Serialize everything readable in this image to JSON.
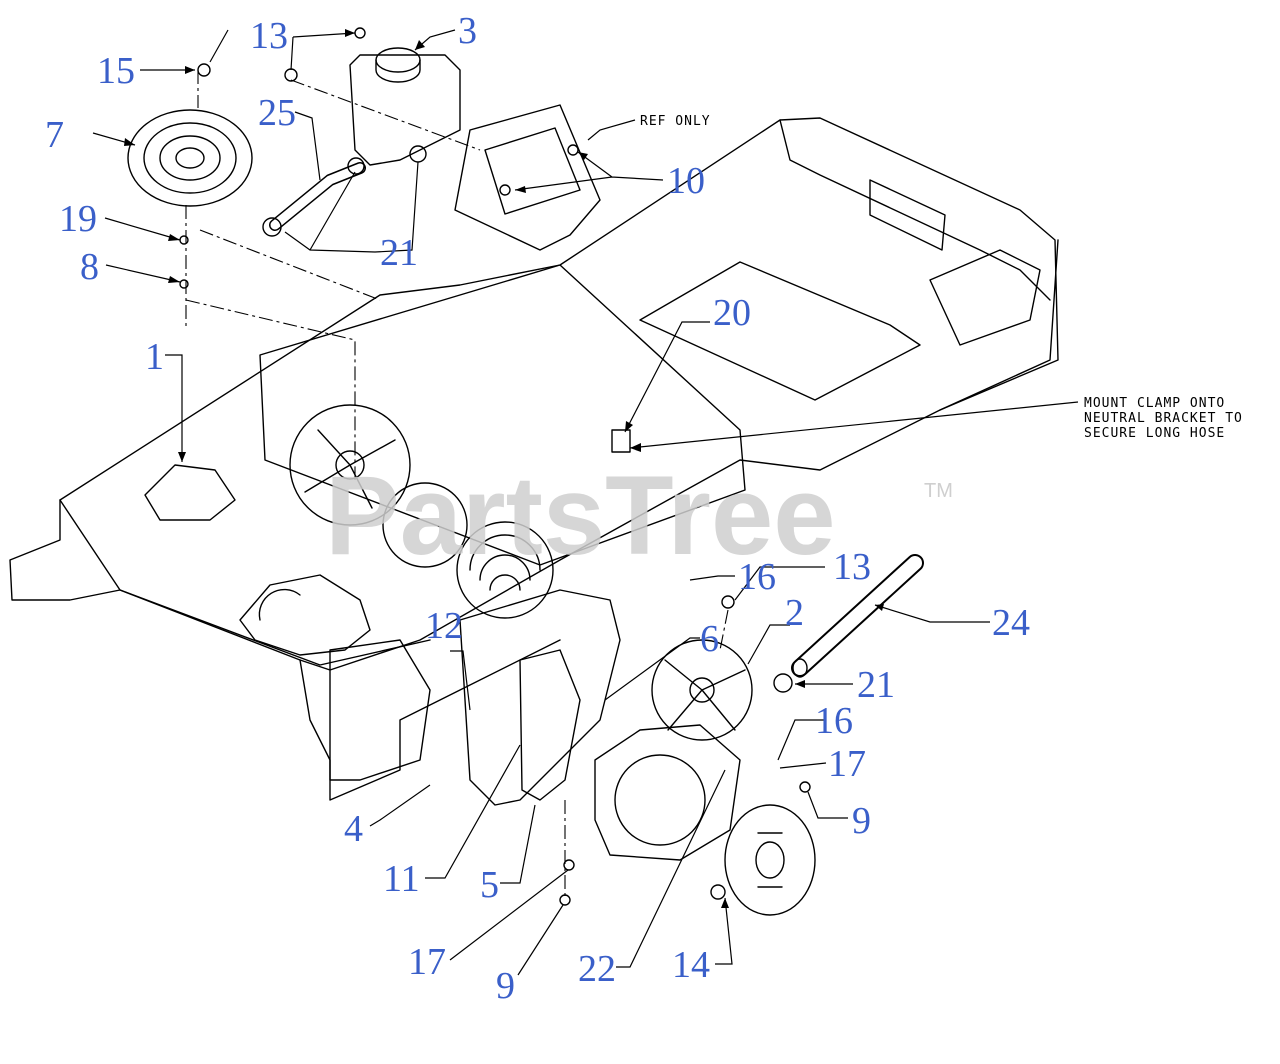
{
  "callout_color": "#3a5fc9",
  "line_color": "#000000",
  "watermark": {
    "text": "PartsTree",
    "trademark": "TM",
    "color": "#cfcfcf"
  },
  "notes": {
    "ref_only": "REF ONLY",
    "mount_clamp_1": "MOUNT CLAMP ONTO",
    "mount_clamp_2": "NEUTRAL BRACKET TO",
    "mount_clamp_3": "SECURE LONG HOSE"
  },
  "callouts": {
    "c1": "1",
    "c2": "2",
    "c3": "3",
    "c4": "4",
    "c5": "5",
    "c6": "6",
    "c7": "7",
    "c8": "8",
    "c9a": "9",
    "c9b": "9",
    "c10": "10",
    "c11": "11",
    "c12": "12",
    "c13a": "13",
    "c13b": "13",
    "c14": "14",
    "c15": "15",
    "c16a": "16",
    "c16b": "16",
    "c17a": "17",
    "c17b": "17",
    "c19": "19",
    "c20": "20",
    "c21a": "21",
    "c21b": "21",
    "c22": "22",
    "c24": "24",
    "c25": "25"
  }
}
